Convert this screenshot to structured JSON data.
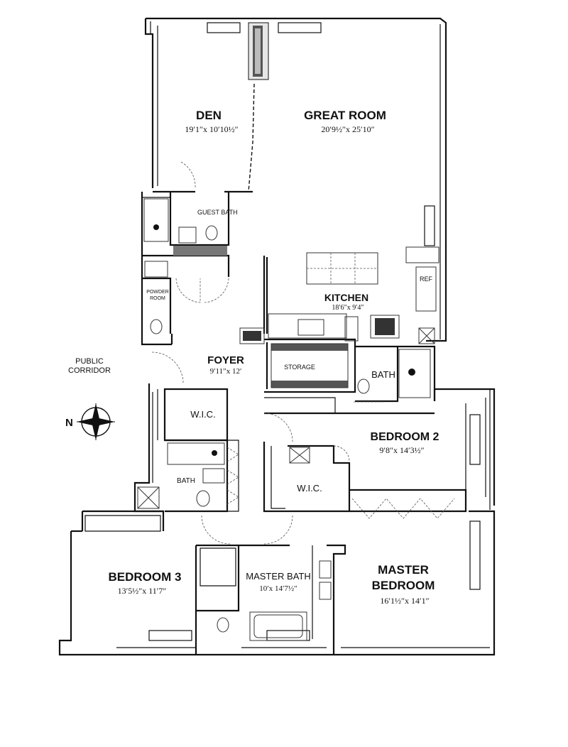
{
  "rooms": {
    "den": {
      "name": "DEN",
      "dim": "19′1″x 10′10½″"
    },
    "great_room": {
      "name": "GREAT ROOM",
      "dim": "20′9½″x 25′10″"
    },
    "kitchen": {
      "name": "KITCHEN",
      "dim": "18′6″x 9′4″"
    },
    "foyer": {
      "name": "FOYER",
      "dim": "9′11″x 12′"
    },
    "bedroom2": {
      "name": "BEDROOM 2",
      "dim": "9′8″x 14′3½″"
    },
    "bedroom3": {
      "name": "BEDROOM 3",
      "dim": "13′5½″x 11′7″"
    },
    "master_bedroom": {
      "name1": "MASTER",
      "name2": "BEDROOM",
      "dim": "16′1½″x 14′1″"
    },
    "master_bath": {
      "name": "MASTER BATH",
      "dim": "10′x 14′7½″"
    }
  },
  "labels": {
    "guest_bath": "GUEST BATH",
    "powder_room_1": "POWDER",
    "powder_room_2": "ROOM",
    "ref": "REF",
    "storage": "STORAGE",
    "bath_kitchen": "BATH",
    "bath_hall": "BATH",
    "wic_1": "W.I.C.",
    "wic_2": "W.I.C.",
    "public_corridor_1": "PUBLIC",
    "public_corridor_2": "CORRIDOR",
    "compass_n": "N"
  }
}
